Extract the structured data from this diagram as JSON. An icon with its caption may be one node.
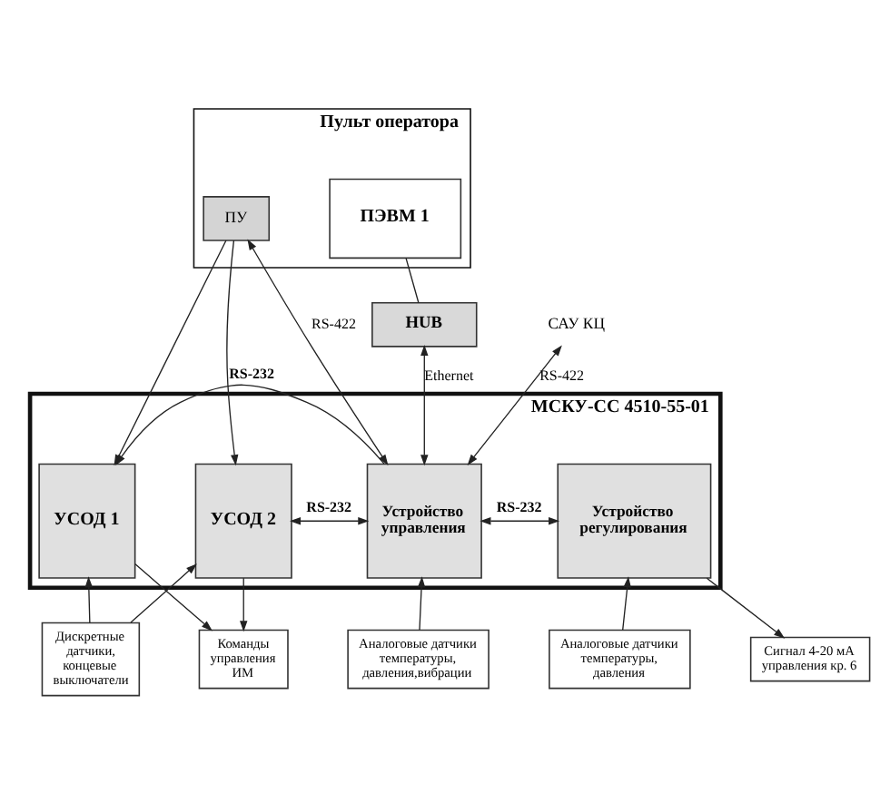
{
  "diagram": {
    "nodes": [
      {
        "text": [
          "Пульт оператора"
        ]
      },
      {
        "text": [
          "ПЭВМ 1"
        ],
        "in": 0
      },
      {
        "text": [
          "ПУ"
        ],
        "in": 0
      },
      {
        "text": [
          "HUB"
        ]
      },
      {
        "text": [
          "МСКУ-СС 4510-55-01"
        ]
      },
      {
        "text": [
          "УСОД 1"
        ],
        "in": 4
      },
      {
        "text": [
          "УСОД 2"
        ],
        "in": 4
      },
      {
        "text": [
          "Устройство управления"
        ],
        "in": 4
      },
      {
        "text": [
          "Устройство регулирования"
        ],
        "in": 4
      },
      {
        "text": [
          "Дискретные датчики, концевые выключатели"
        ]
      },
      {
        "text": [
          "Команды управления ИМ"
        ]
      },
      {
        "text": [
          "Аналоговые датчики температуры, давления,вибрации"
        ]
      },
      {
        "text": [
          "Аналоговые датчики температуры, давления"
        ]
      },
      {
        "text": [
          "Сигнал 4-20 мА управления кр. 6"
        ]
      },
      {
        "text": [
          "САУ КЦ"
        ]
      }
    ],
    "edges": [
      {
        "from": 1,
        "to": 3,
        "arrow": "none"
      },
      {
        "from": 2,
        "to": 5,
        "arrow": "to"
      },
      {
        "from": 2,
        "to": 6,
        "arrow": "to"
      },
      {
        "from": 2,
        "to": 7,
        "arrow": "both",
        "label": "RS-422"
      },
      {
        "from": 3,
        "to": 7,
        "arrow": "both",
        "label": "Ethernet"
      },
      {
        "from": 7,
        "to": 14,
        "arrow": "both",
        "label": "RS-422"
      },
      {
        "from": 7,
        "to": 5,
        "arrow": "to",
        "label": "RS-232"
      },
      {
        "from": 6,
        "to": 7,
        "arrow": "both",
        "label": "RS-232"
      },
      {
        "from": 7,
        "to": 8,
        "arrow": "both",
        "label": "RS-232"
      },
      {
        "from": 9,
        "to": 5,
        "arrow": "to"
      },
      {
        "from": 9,
        "to": 6,
        "arrow": "to"
      },
      {
        "from": 5,
        "to": 10,
        "arrow": "to"
      },
      {
        "from": 6,
        "to": 10,
        "arrow": "to"
      },
      {
        "from": 11,
        "to": 7,
        "arrow": "to"
      },
      {
        "from": 12,
        "to": 8,
        "arrow": "to"
      },
      {
        "from": 8,
        "to": 13,
        "arrow": "to"
      }
    ]
  }
}
